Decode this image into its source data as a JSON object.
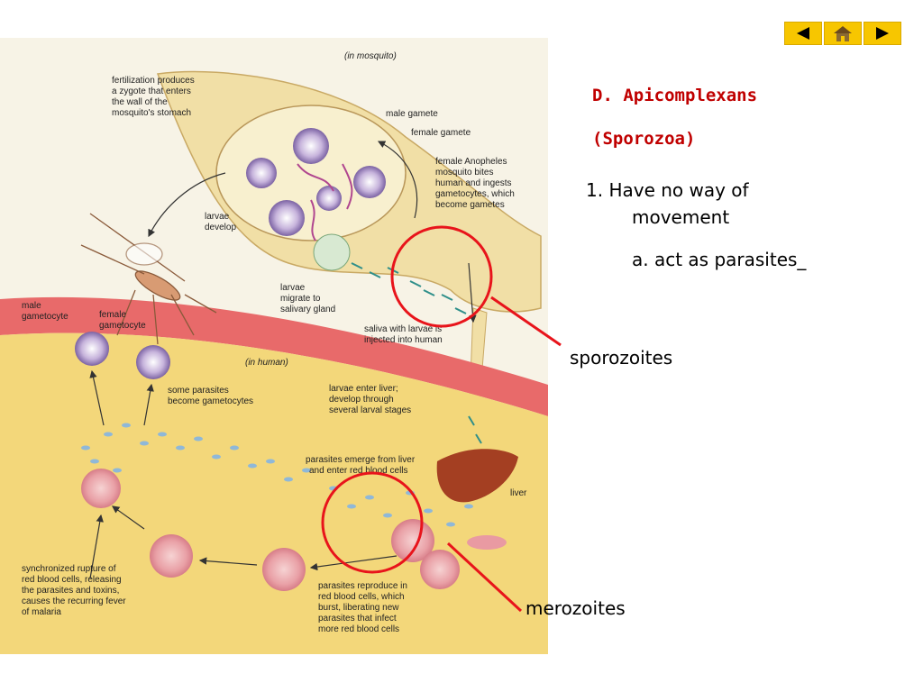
{
  "nav": {
    "prev": "previous",
    "home": "home",
    "next": "next"
  },
  "slide": {
    "title_line1": "D. Apicomplexans",
    "title_line2": "(Sporozoa)",
    "point1_line1": "1. Have no way of",
    "point1_line2": "movement",
    "point1a": "a. act as parasites_",
    "callout_sporozoites": "sporozoites",
    "callout_merozoites": "merozoites"
  },
  "diagram": {
    "in_mosquito": "(in mosquito)",
    "in_human": "(in human)",
    "fertilization": [
      "fertilization produces",
      "a zygote that enters",
      "the wall of the",
      "mosquito's stomach"
    ],
    "male_gamete": "male gamete",
    "female_gamete": "female gamete",
    "female_anopheles": [
      "female Anopheles",
      "mosquito bites",
      "human and ingests",
      "gametocytes, which",
      "become gametes"
    ],
    "larvae_develop": [
      "larvae",
      "develop"
    ],
    "larvae_migrate": [
      "larvae",
      "migrate to",
      "salivary gland"
    ],
    "male_gametocyte": [
      "male",
      "gametocyte"
    ],
    "female_gametocyte": [
      "female",
      "gametocyte"
    ],
    "saliva": [
      "saliva with larvae is",
      "injected into human"
    ],
    "some_parasites": [
      "some parasites",
      "become gametocytes"
    ],
    "larvae_enter_liver": [
      "larvae enter liver;",
      "develop through",
      "several larval stages"
    ],
    "parasites_emerge": [
      "parasites emerge from liver",
      "and enter red blood cells"
    ],
    "liver": "liver",
    "synchronized_rupture": [
      "synchronized rupture of",
      "red blood cells, releasing",
      "the parasites and toxins,",
      "causes the recurring fever",
      "of malaria"
    ],
    "parasites_reproduce": [
      "parasites reproduce in",
      "red blood cells, which",
      "burst, liberating new",
      "parasites that infect",
      "more red blood cells"
    ]
  },
  "colors": {
    "title": "#c00000",
    "circle": "#e8141b",
    "nav": "#f7c600",
    "skin": "#f3d77a",
    "mosquito_body": "#f4e3a8"
  }
}
